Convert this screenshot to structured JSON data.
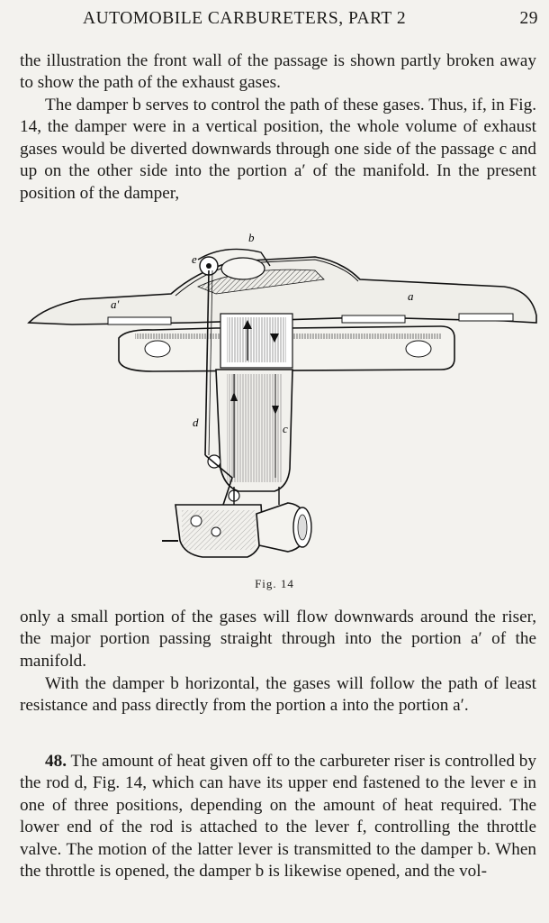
{
  "header": {
    "title": "AUTOMOBILE CARBURETERS, PART 2",
    "page_number": "29"
  },
  "paragraphs": {
    "p1": "the illustration the front wall of the passage is shown partly broken away to show the path of the exhaust gases.",
    "p2": "The damper b serves to control the path of these gases. Thus, if, in Fig. 14, the damper were in a vertical position, the whole volume of exhaust gases would be diverted downwards through one side of the passage c and up on the other side into the portion a′ of the manifold. In the present position of the damper,",
    "p3": "only a small portion of the gases will flow downwards around the riser, the major portion passing straight through into the portion a′ of the manifold.",
    "p4": "With the damper b horizontal, the gases will follow the path of least resistance and pass directly from the portion a into the portion a′.",
    "p5_number": "48.",
    "p5": "The amount of heat given off to the carbureter riser is controlled by the rod d, Fig. 14, which can have its upper end fastened to the lever e in one of three positions, depending on the amount of heat required. The lower end of the rod is attached to the lever f, controlling the throttle valve. The motion of the latter lever is transmitted to the damper b. When the throttle is opened, the damper b is likewise opened, and the vol-"
  },
  "figure": {
    "caption": "Fig. 14",
    "labels": {
      "b": "b",
      "e": "e",
      "a_prime": "a′",
      "a": "a",
      "d": "d",
      "c": "c"
    }
  }
}
